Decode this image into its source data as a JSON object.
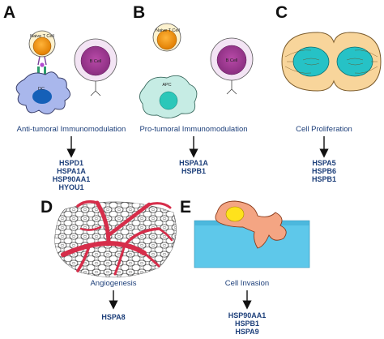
{
  "panels": {
    "A": {
      "letter": "A",
      "cell_labels": {
        "naive_t": "Naive T Cell",
        "b_cell": "B Cell",
        "dc": "DC"
      },
      "caption": "Anti-tumoral Immunomodulation",
      "proteins": [
        "HSPD1",
        "HSPA1A",
        "HSP90AA1",
        "HYOU1"
      ]
    },
    "B": {
      "letter": "B",
      "cell_labels": {
        "naive_t": "Naive T Cell",
        "b_cell": "B Cell",
        "apc": "APC"
      },
      "caption": "Pro-tumoral Immunomodulation",
      "proteins": [
        "HSPA1A",
        "HSPB1"
      ]
    },
    "C": {
      "letter": "C",
      "caption": "Cell Proliferation",
      "proteins": [
        "HSPA5",
        "HSPB6",
        "HSPB1"
      ]
    },
    "D": {
      "letter": "D",
      "caption": "Angiogenesis",
      "proteins": [
        "HSPA8"
      ]
    },
    "E": {
      "letter": "E",
      "caption": "Cell Invasion",
      "proteins": [
        "HSP90AA1",
        "HSPB1",
        "HSPA9"
      ]
    }
  },
  "colors": {
    "caption_text": "#1d3f7a",
    "t_cell_nucleus": "#f2920f",
    "b_cell_nucleus": "#b84aa8",
    "dc_body": "#a9b7ec",
    "dc_nucleus": "#1560b8",
    "apc_body": "#c6ece4",
    "apc_nucleus": "#2bc7b9",
    "dividing_cell": "#f8d59b",
    "dividing_nuclei": "#26c2c6",
    "vessels": "#d62d4a",
    "invasion_cell": "#f4a583",
    "invasion_nucleus": "#ffe21c",
    "tissue": "#5ec8ea"
  }
}
